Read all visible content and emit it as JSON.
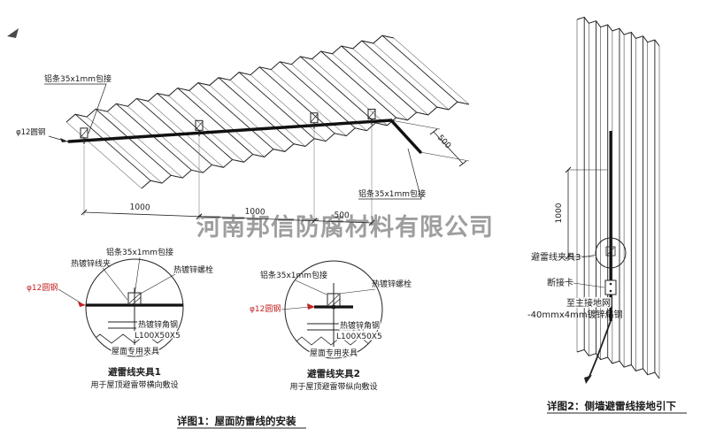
{
  "watermark": "河南邦信防腐材料有限公司",
  "roof": {
    "label_strip_top": "铝条35x1mm包接",
    "label_strip_right": "铝条35x1mm包接",
    "label_round_steel": "φ12圆钢",
    "dim_1": "1000",
    "dim_2": "1000",
    "dim_3": "500",
    "dim_right": "500"
  },
  "clamp_detail_1": {
    "label_strip": "铝条35x1mm包接",
    "label_wire_clamp": "热镀锌线夹",
    "label_bolt": "热镀锌螺栓",
    "label_round_steel": "φ12圆钢",
    "label_angle_steel": "热镀锌角钢",
    "label_angle_size": "L100X50X5",
    "label_roof_clamp": "屋面专用夹具",
    "title": "避雷线夹具1",
    "subtitle": "用于屋顶避雷带横向敷设"
  },
  "clamp_detail_2": {
    "label_strip": "铝条35x1mm包接",
    "label_bolt": "热镀锌螺栓",
    "label_round_steel": "φ12圆钢",
    "label_angle_steel": "热镀锌角钢",
    "label_angle_size": "L100X50X5",
    "label_roof_clamp": "屋面专用夹具",
    "title": "避雷线夹具2",
    "subtitle": "用于屋顶避雷带纵向敷设"
  },
  "caption_detail_1": "详图1：屋面防雷线的安装",
  "wall_detail": {
    "dim": "1000",
    "label_clamp_3": "避雷线夹具3",
    "label_disconnect": "断接卡",
    "label_to_ground": "至主接地网",
    "label_flat_steel": "-40mmx4mm镀锌扁钢",
    "caption": "详图2：侧墙避雷线接地引下"
  },
  "colors": {
    "line": "#1a1a1a",
    "highlight_red": "#c42222",
    "watermark_gray": "#8e8e8e"
  }
}
